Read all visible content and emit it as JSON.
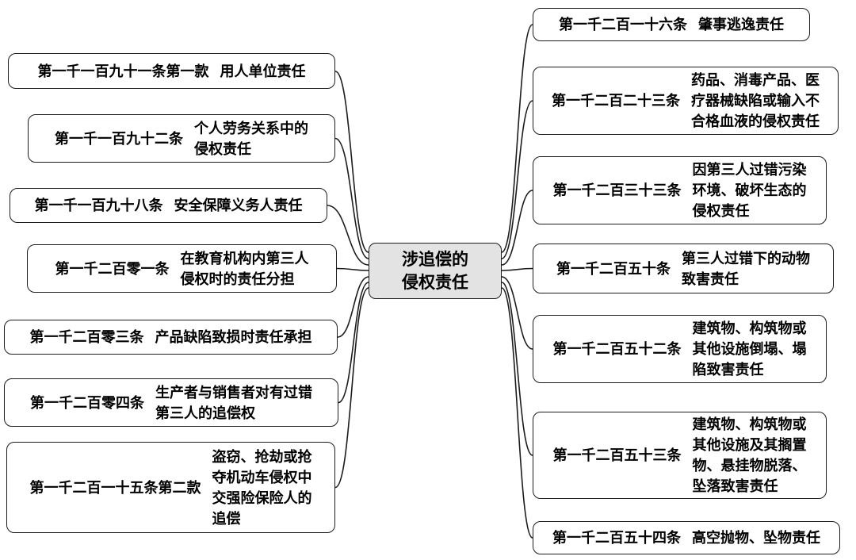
{
  "diagram": {
    "center": {
      "label": "涉追偿的\n侵权责任"
    },
    "left_nodes": [
      {
        "article": "第一千一百九十一条第一款",
        "title": "用人单位责任"
      },
      {
        "article": "第一千一百九十二条",
        "title": "个人劳务关系中的\n侵权责任"
      },
      {
        "article": "第一千一百九十八条",
        "title": "安全保障义务人责任"
      },
      {
        "article": "第一千二百零一条",
        "title": "在教育机构内第三人\n侵权时的责任分担"
      },
      {
        "article": "第一千二百零三条",
        "title": "产品缺陷致损时责任承担"
      },
      {
        "article": "第一千二百零四条",
        "title": "生产者与销售者对有过错\n第三人的追偿权"
      },
      {
        "article": "第一千二百一十五条第二款",
        "title": "盗窃、抢劫或抢\n夺机动车侵权中\n交强险保险人的\n追偿"
      }
    ],
    "right_nodes": [
      {
        "article": "第一千二百一十六条",
        "title": "肇事逃逸责任"
      },
      {
        "article": "第一千二百二十三条",
        "title": "药品、消毒产品、医\n疗器械缺陷或输入不\n合格血液的侵权责任"
      },
      {
        "article": "第一千二百三十三条",
        "title": "因第三人过错污染\n环境、破坏生态的\n侵权责任"
      },
      {
        "article": "第一千二百五十条",
        "title": "第三人过错下的动物\n致害责任"
      },
      {
        "article": "第一千二百五十二条",
        "title": "建筑物、构筑物或\n其他设施倒塌、塌\n陷致害责任"
      },
      {
        "article": "第一千二百五十三条",
        "title": "建筑物、构筑物或\n其他设施及其搁置\n物、悬挂物脱落、\n坠落致害责任"
      },
      {
        "article": "第一千二百五十四条",
        "title": "高空抛物、坠物责任"
      }
    ],
    "colors": {
      "background": "#ffffff",
      "node_fill": "#ffffff",
      "center_fill": "#e3e3e3",
      "border": "#1c1c1c",
      "text": "#000000"
    }
  }
}
